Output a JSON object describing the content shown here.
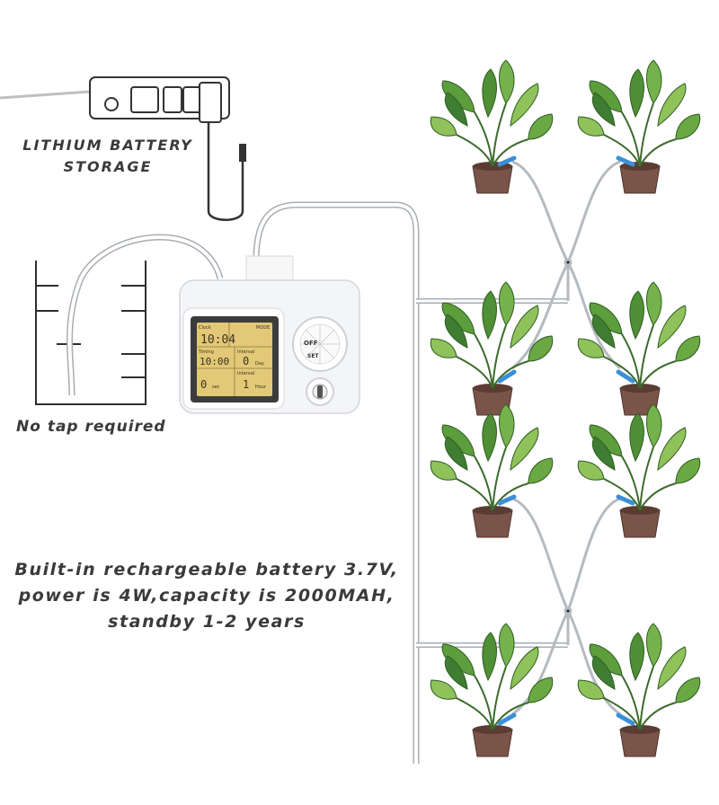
{
  "labels": {
    "storage_line1": "LITHIUM BATTERY",
    "storage_line2": "STORAGE",
    "no_tap": "No tap required",
    "spec_line1": "Built-in rechargeable battery 3.7V,",
    "spec_line2": "power is 4W,capacity is 2000MAH,",
    "spec_line3": "standby 1-2 years"
  },
  "controller": {
    "lcd": {
      "clock_tag": "Clock",
      "mode_tag": "MODE",
      "clock_value": "10:04",
      "timing_label": "Timing",
      "timing_value": "10:00",
      "interval_label": "Interval",
      "interval_value": "0",
      "interval_unit": "Day",
      "watering_value": "0",
      "watering_unit": "sec",
      "cycle_label": "Interval",
      "cycle_value": "1",
      "cycle_unit": "Hour"
    },
    "dial": {
      "off_label": "OFF",
      "set_label": "SET"
    }
  },
  "colors": {
    "tube": "#cfd3d6",
    "tube_outline": "#a8adb2",
    "device_body": "#f4f5f7",
    "lcd_bg": "#e2c877",
    "lcd_frame": "#3c3c3c",
    "leaf_dark": "#3f7d32",
    "leaf_light": "#8fc25a",
    "pot": "#7a5449",
    "dripper": "#3a8fd6",
    "text": "#3a3a3a"
  }
}
